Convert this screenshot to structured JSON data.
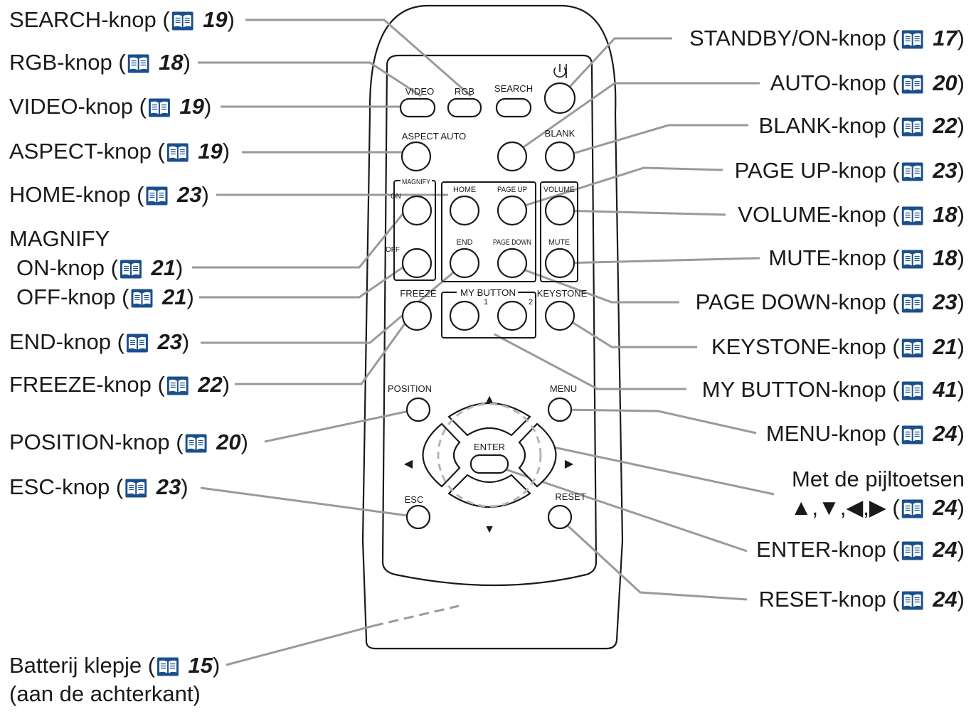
{
  "remote": {
    "labels": {
      "video": "VIDEO",
      "rgb": "RGB",
      "search": "SEARCH",
      "aspect_auto": "ASPECT AUTO",
      "blank": "BLANK",
      "magnify": "MAGNIFY",
      "on": "ON",
      "off": "OFF",
      "home": "HOME",
      "page_up": "PAGE UP",
      "volume": "VOLUME",
      "end": "END",
      "page_down": "PAGE DOWN",
      "mute": "MUTE",
      "freeze": "FREEZE",
      "my_button": "MY BUTTON",
      "my_button_1": "1",
      "my_button_2": "2",
      "keystone": "KEYSTONE",
      "position": "POSITION",
      "menu": "MENU",
      "enter": "ENTER",
      "esc": "ESC",
      "reset": "RESET"
    },
    "icons": {
      "standby_symbol": "power-icon",
      "arrow_up": "▲",
      "arrow_down": "▼",
      "arrow_left": "◀",
      "arrow_right": "▶"
    }
  },
  "book_icon": "book-icon",
  "callouts_left": {
    "search": {
      "text": "SEARCH-knop (",
      "page": "19",
      "close": ")"
    },
    "rgb": {
      "text": "RGB-knop (",
      "page": "18",
      "close": ")"
    },
    "video": {
      "text": "VIDEO-knop (",
      "page": "19",
      "close": ")"
    },
    "aspect": {
      "text": "ASPECT-knop (",
      "page": "19",
      "close": ")"
    },
    "home": {
      "text": "HOME-knop (",
      "page": "23",
      "close": ")"
    },
    "magnify_heading": "MAGNIFY",
    "magnify_on": {
      "text": "ON-knop (",
      "page": "21",
      "close": ")"
    },
    "magnify_off": {
      "text": "OFF-knop (",
      "page": "21",
      "close": ")"
    },
    "end": {
      "text": "END-knop (",
      "page": "23",
      "close": ")"
    },
    "freeze": {
      "text": "FREEZE-knop (",
      "page": "22",
      "close": ")"
    },
    "position": {
      "text": "POSITION-knop (",
      "page": "20",
      "close": ")"
    },
    "esc": {
      "text": "ESC-knop (",
      "page": "23",
      "close": ")"
    },
    "battery": {
      "text": "Batterij klepje (",
      "page": "15",
      "close": ")"
    },
    "battery_note": "(aan de achterkant)"
  },
  "callouts_right": {
    "standby": {
      "text": "STANDBY/ON-knop (",
      "page": "17",
      "close": ")"
    },
    "auto": {
      "text": "AUTO-knop (",
      "page": "20",
      "close": ")"
    },
    "blank": {
      "text": "BLANK-knop (",
      "page": "22",
      "close": ")"
    },
    "page_up": {
      "text": "PAGE UP-knop (",
      "page": "23",
      "close": ")"
    },
    "volume": {
      "text": "VOLUME-knop (",
      "page": "18",
      "close": ")"
    },
    "mute": {
      "text": "MUTE-knop (",
      "page": "18",
      "close": ")"
    },
    "page_down": {
      "text": "PAGE DOWN-knop (",
      "page": "23",
      "close": ")"
    },
    "keystone": {
      "text": "KEYSTONE-knop (",
      "page": "21",
      "close": ")"
    },
    "my_button": {
      "text": "MY BUTTON-knop (",
      "page": "41",
      "close": ")"
    },
    "menu": {
      "text": "MENU-knop (",
      "page": "24",
      "close": ")"
    },
    "arrows_heading": "Met de pijltoetsen",
    "arrows": {
      "text": "▲,▼,◀,▶ (",
      "page": "24",
      "close": ")"
    },
    "enter": {
      "text": "ENTER-knop (",
      "page": "24",
      "close": ")"
    },
    "reset": {
      "text": "RESET-knop (",
      "page": "24",
      "close": ")"
    }
  }
}
